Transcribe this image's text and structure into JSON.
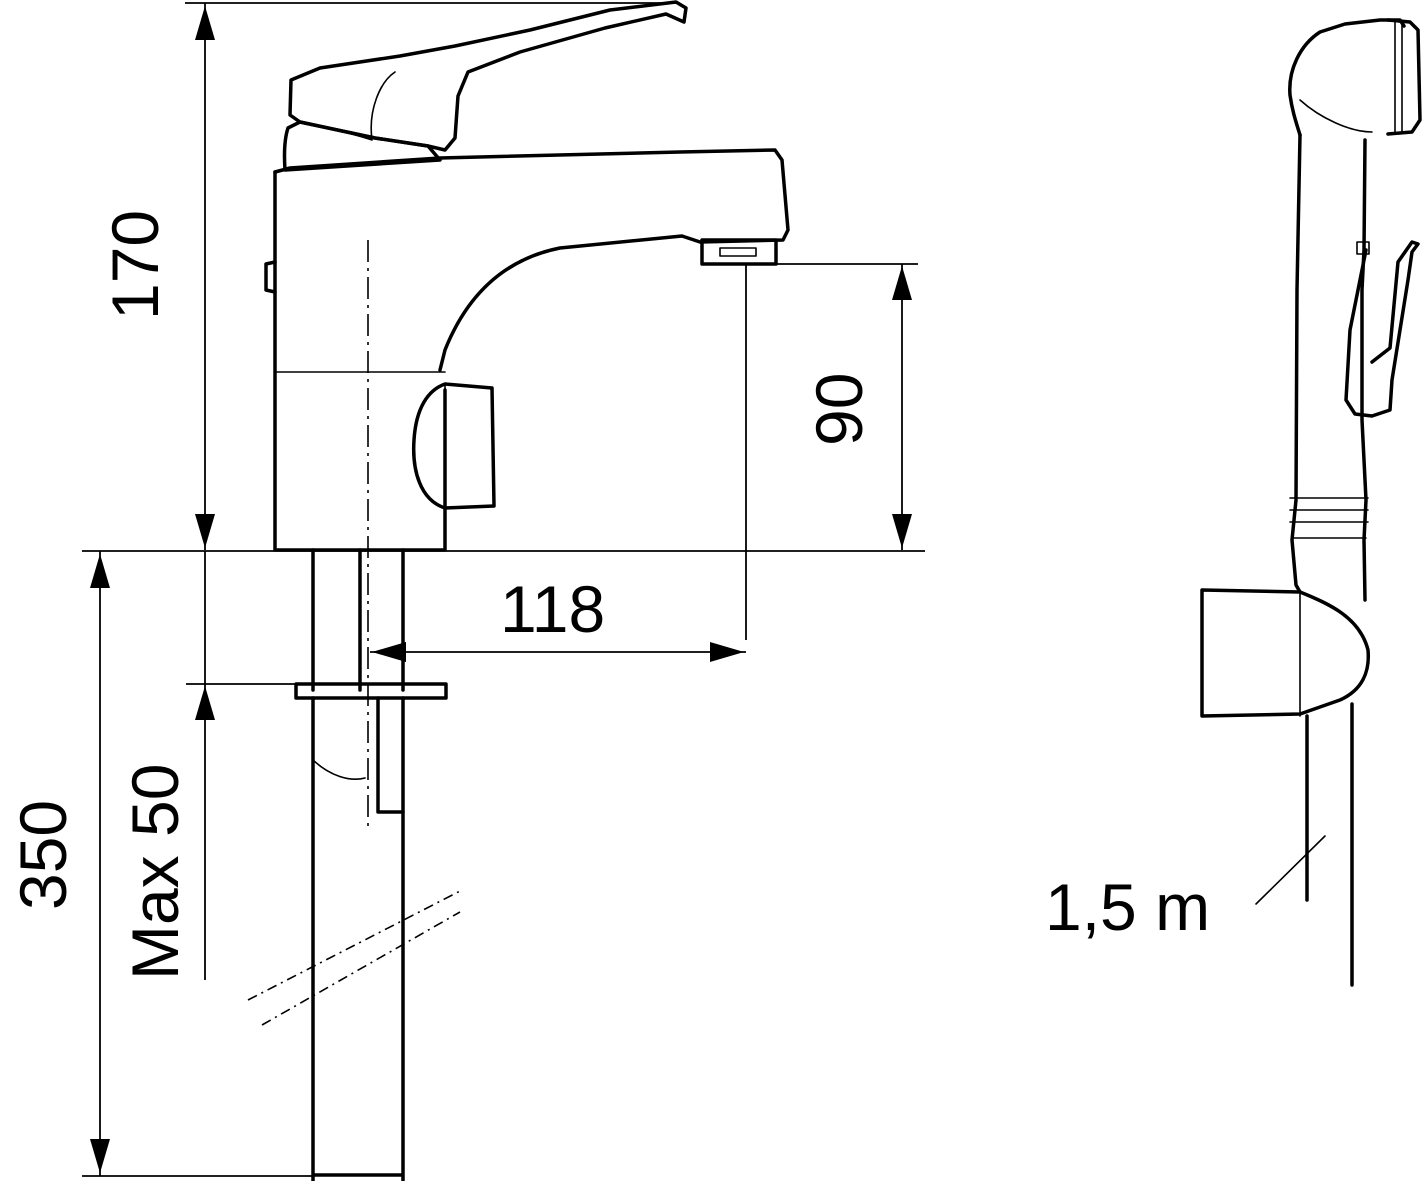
{
  "dimensions": {
    "total_height": "170",
    "spout_height": "90",
    "spout_reach": "118",
    "hose_length": "350",
    "max_thickness": "Max 50",
    "shower_hose_length": "1,5 m"
  }
}
